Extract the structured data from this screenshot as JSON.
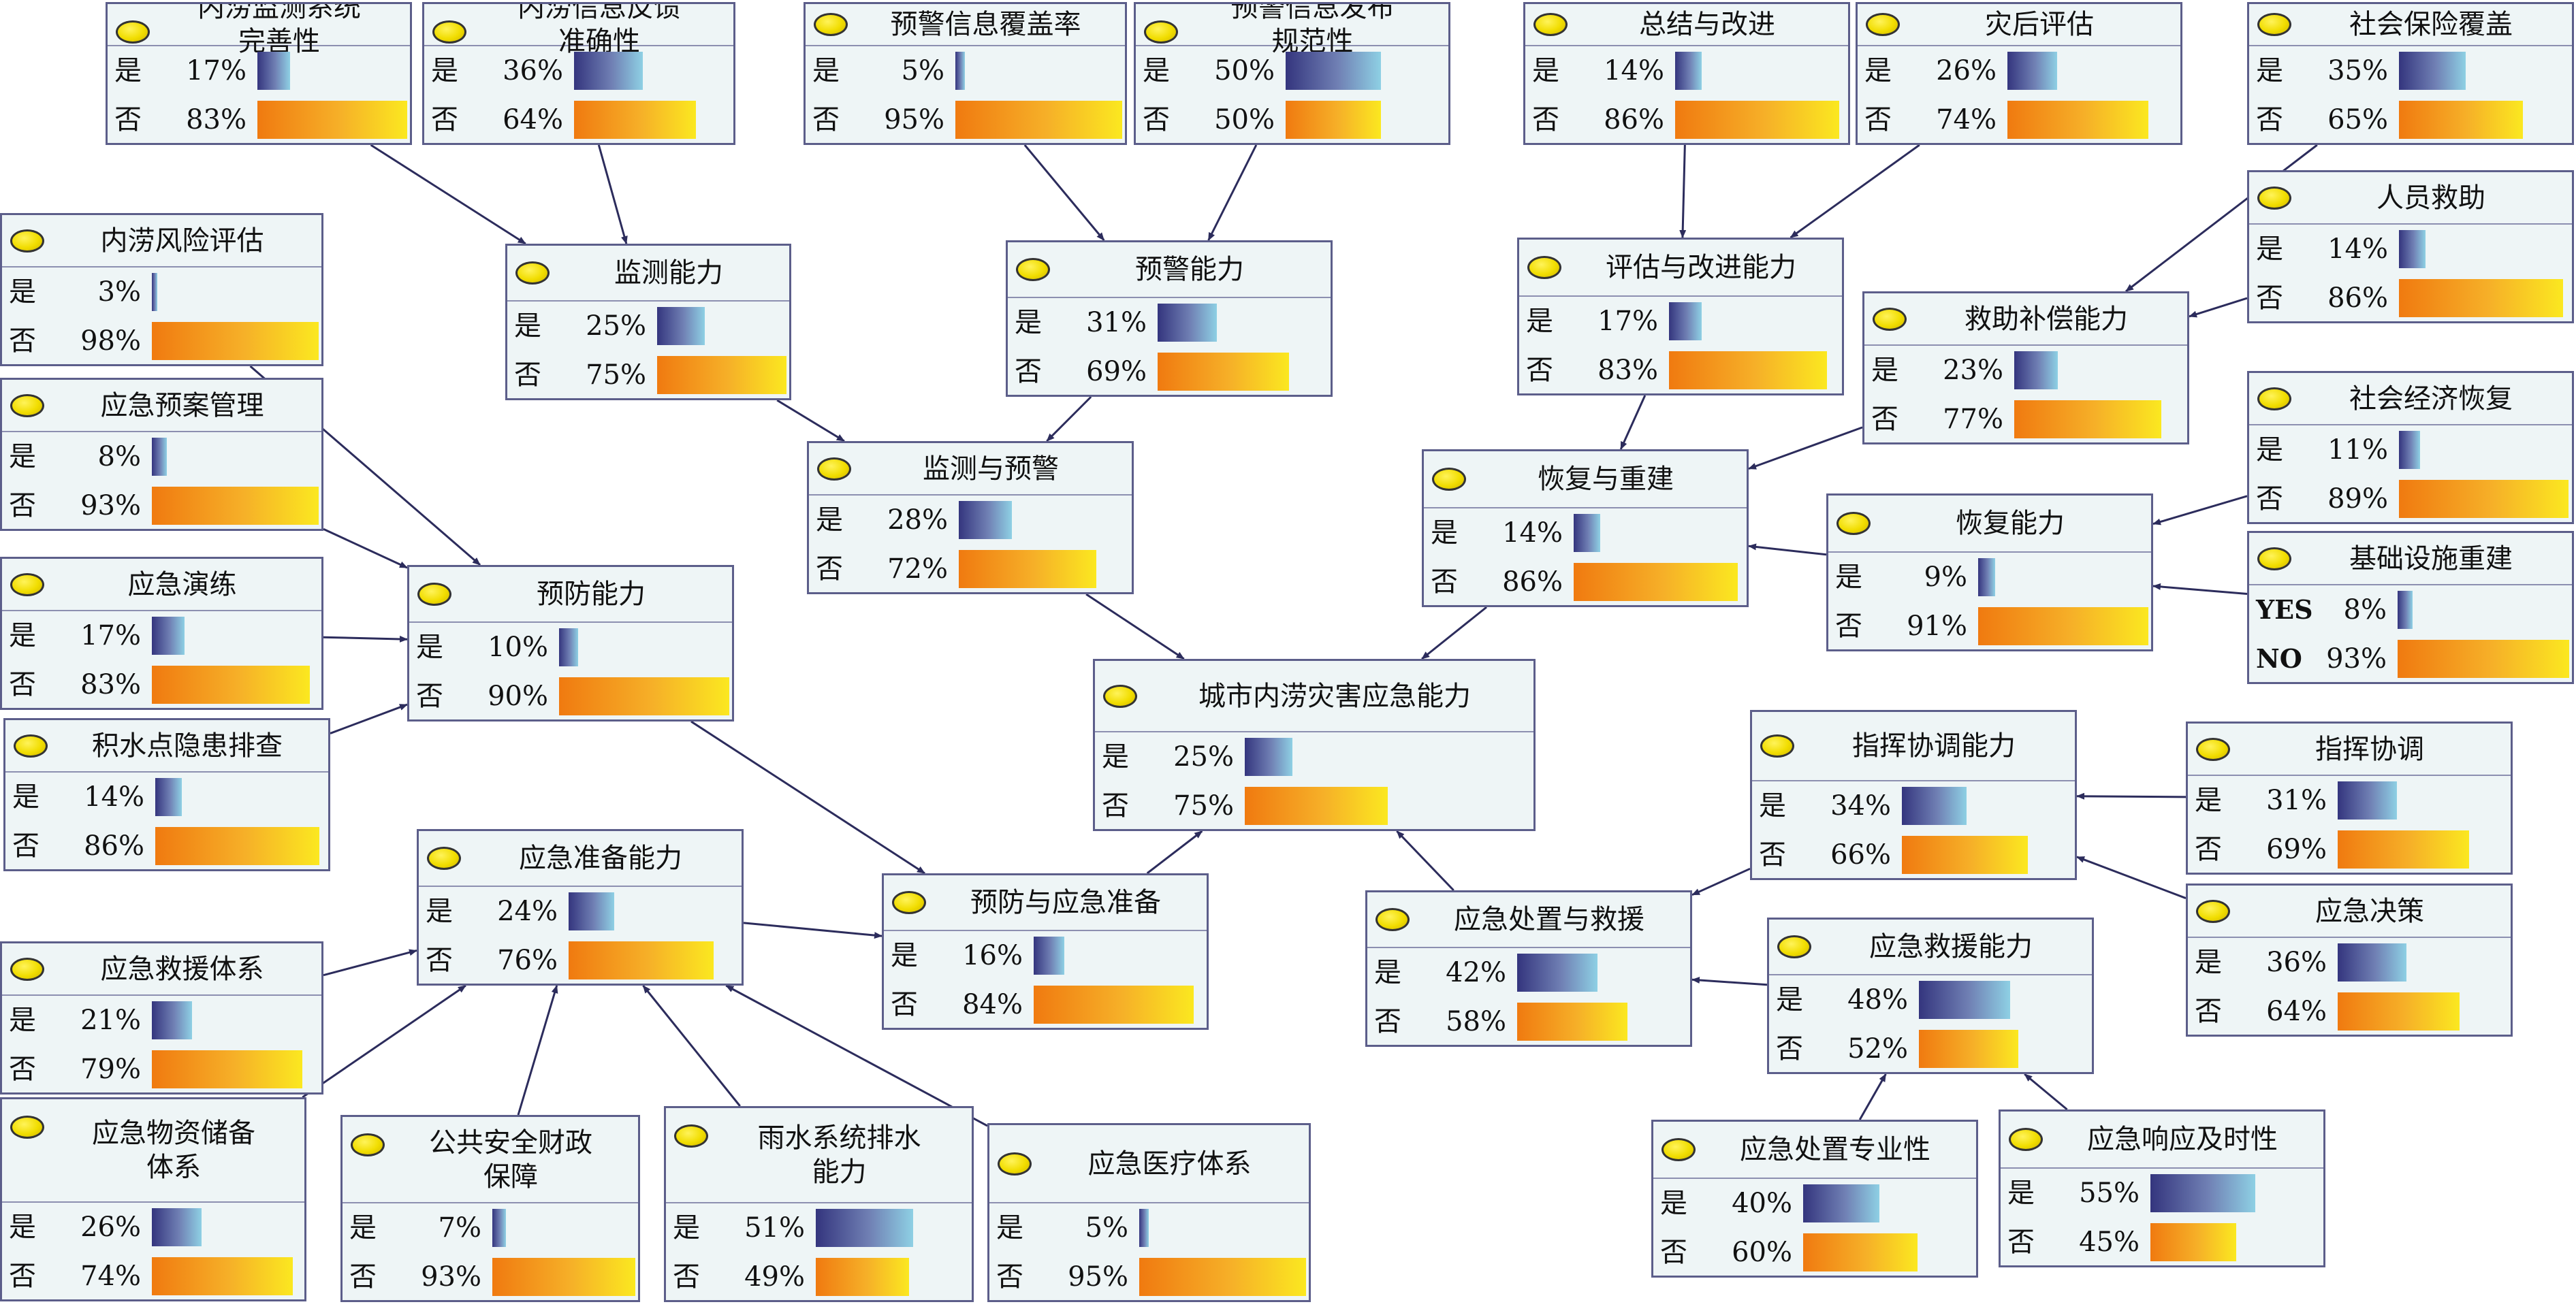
{
  "nodes": [
    {
      "id": "n1",
      "title": "内涝监测系统\n完善性",
      "yes_label": "是",
      "no_label": "否",
      "yes": 17,
      "no": 83
    },
    {
      "id": "n2",
      "title": "内涝信息反馈\n准确性",
      "yes_label": "是",
      "no_label": "否",
      "yes": 36,
      "no": 64
    },
    {
      "id": "n3",
      "title": "预警信息覆盖率",
      "yes_label": "是",
      "no_label": "否",
      "yes": 5,
      "no": 95
    },
    {
      "id": "n4",
      "title": "预警信息发布\n规范性",
      "yes_label": "是",
      "no_label": "否",
      "yes": 50,
      "no": 50
    },
    {
      "id": "n5",
      "title": "总结与改进",
      "yes_label": "是",
      "no_label": "否",
      "yes": 14,
      "no": 86
    },
    {
      "id": "n6",
      "title": "灾后评估",
      "yes_label": "是",
      "no_label": "否",
      "yes": 26,
      "no": 74
    },
    {
      "id": "n7",
      "title": "社会保险覆盖",
      "yes_label": "是",
      "no_label": "否",
      "yes": 35,
      "no": 65
    },
    {
      "id": "n8",
      "title": "内涝风险评估",
      "yes_label": "是",
      "no_label": "否",
      "yes": 3,
      "no": 98
    },
    {
      "id": "n9",
      "title": "监测能力",
      "yes_label": "是",
      "no_label": "否",
      "yes": 25,
      "no": 75
    },
    {
      "id": "n10",
      "title": "预警能力",
      "yes_label": "是",
      "no_label": "否",
      "yes": 31,
      "no": 69
    },
    {
      "id": "n11",
      "title": "评估与改进能力",
      "yes_label": "是",
      "no_label": "否",
      "yes": 17,
      "no": 83
    },
    {
      "id": "n12",
      "title": "人员救助",
      "yes_label": "是",
      "no_label": "否",
      "yes": 14,
      "no": 86
    },
    {
      "id": "n13",
      "title": "救助补偿能力",
      "yes_label": "是",
      "no_label": "否",
      "yes": 23,
      "no": 77
    },
    {
      "id": "n14",
      "title": "应急预案管理",
      "yes_label": "是",
      "no_label": "否",
      "yes": 8,
      "no": 93
    },
    {
      "id": "n15",
      "title": "监测与预警",
      "yes_label": "是",
      "no_label": "否",
      "yes": 28,
      "no": 72
    },
    {
      "id": "n16",
      "title": "恢复与重建",
      "yes_label": "是",
      "no_label": "否",
      "yes": 14,
      "no": 86
    },
    {
      "id": "n17",
      "title": "社会经济恢复",
      "yes_label": "是",
      "no_label": "否",
      "yes": 11,
      "no": 89
    },
    {
      "id": "n18",
      "title": "恢复能力",
      "yes_label": "是",
      "no_label": "否",
      "yes": 9,
      "no": 91
    },
    {
      "id": "n19",
      "title": "应急演练",
      "yes_label": "是",
      "no_label": "否",
      "yes": 17,
      "no": 83
    },
    {
      "id": "n20",
      "title": "预防能力",
      "yes_label": "是",
      "no_label": "否",
      "yes": 10,
      "no": 90
    },
    {
      "id": "n21",
      "title": "基础设施重建",
      "yes_label": "YES",
      "no_label": "NO",
      "yes": 8,
      "no": 93
    },
    {
      "id": "n22",
      "title": "城市内涝灾害应急能力",
      "yes_label": "是",
      "no_label": "否",
      "yes": 25,
      "no": 75
    },
    {
      "id": "n23",
      "title": "积水点隐患排查",
      "yes_label": "是",
      "no_label": "否",
      "yes": 14,
      "no": 86
    },
    {
      "id": "n24",
      "title": "指挥协调能力",
      "yes_label": "是",
      "no_label": "否",
      "yes": 34,
      "no": 66
    },
    {
      "id": "n25",
      "title": "指挥协调",
      "yes_label": "是",
      "no_label": "否",
      "yes": 31,
      "no": 69
    },
    {
      "id": "n26",
      "title": "应急准备能力",
      "yes_label": "是",
      "no_label": "否",
      "yes": 24,
      "no": 76
    },
    {
      "id": "n27",
      "title": "预防与应急准备",
      "yes_label": "是",
      "no_label": "否",
      "yes": 16,
      "no": 84
    },
    {
      "id": "n28",
      "title": "应急处置与救援",
      "yes_label": "是",
      "no_label": "否",
      "yes": 42,
      "no": 58
    },
    {
      "id": "n29",
      "title": "应急决策",
      "yes_label": "是",
      "no_label": "否",
      "yes": 36,
      "no": 64
    },
    {
      "id": "n30",
      "title": "应急救援能力",
      "yes_label": "是",
      "no_label": "否",
      "yes": 48,
      "no": 52
    },
    {
      "id": "n31",
      "title": "应急救援体系",
      "yes_label": "是",
      "no_label": "否",
      "yes": 21,
      "no": 79
    },
    {
      "id": "n32",
      "title": "应急物资储备\n体系",
      "yes_label": "是",
      "no_label": "否",
      "yes": 26,
      "no": 74
    },
    {
      "id": "n33",
      "title": "公共安全财政\n保障",
      "yes_label": "是",
      "no_label": "否",
      "yes": 7,
      "no": 93
    },
    {
      "id": "n34",
      "title": "雨水系统排水\n能力",
      "yes_label": "是",
      "no_label": "否",
      "yes": 51,
      "no": 49
    },
    {
      "id": "n35",
      "title": "应急医疗体系",
      "yes_label": "是",
      "no_label": "否",
      "yes": 5,
      "no": 95
    },
    {
      "id": "n36",
      "title": "应急处置专业性",
      "yes_label": "是",
      "no_label": "否",
      "yes": 40,
      "no": 60
    },
    {
      "id": "n37",
      "title": "应急响应及时性",
      "yes_label": "是",
      "no_label": "否",
      "yes": 55,
      "no": 45
    }
  ],
  "edges": [
    {
      "from": "n1",
      "to": "n9"
    },
    {
      "from": "n2",
      "to": "n9"
    },
    {
      "from": "n3",
      "to": "n10"
    },
    {
      "from": "n4",
      "to": "n10"
    },
    {
      "from": "n5",
      "to": "n11"
    },
    {
      "from": "n6",
      "to": "n11"
    },
    {
      "from": "n7",
      "to": "n13"
    },
    {
      "from": "n12",
      "to": "n13"
    },
    {
      "from": "n9",
      "to": "n15"
    },
    {
      "from": "n10",
      "to": "n15"
    },
    {
      "from": "n11",
      "to": "n16"
    },
    {
      "from": "n13",
      "to": "n16"
    },
    {
      "from": "n17",
      "to": "n18"
    },
    {
      "from": "n21",
      "to": "n18"
    },
    {
      "from": "n18",
      "to": "n16"
    },
    {
      "from": "n8",
      "to": "n20"
    },
    {
      "from": "n14",
      "to": "n20"
    },
    {
      "from": "n19",
      "to": "n20"
    },
    {
      "from": "n23",
      "to": "n20"
    },
    {
      "from": "n15",
      "to": "n22"
    },
    {
      "from": "n16",
      "to": "n22"
    },
    {
      "from": "n27",
      "to": "n22"
    },
    {
      "from": "n28",
      "to": "n22"
    },
    {
      "from": "n20",
      "to": "n27"
    },
    {
      "from": "n26",
      "to": "n27"
    },
    {
      "from": "n31",
      "to": "n26"
    },
    {
      "from": "n32",
      "to": "n26"
    },
    {
      "from": "n33",
      "to": "n26"
    },
    {
      "from": "n34",
      "to": "n26"
    },
    {
      "from": "n35",
      "to": "n26"
    },
    {
      "from": "n25",
      "to": "n24"
    },
    {
      "from": "n29",
      "to": "n24"
    },
    {
      "from": "n24",
      "to": "n28"
    },
    {
      "from": "n30",
      "to": "n28"
    },
    {
      "from": "n36",
      "to": "n30"
    },
    {
      "from": "n37",
      "to": "n30"
    }
  ]
}
